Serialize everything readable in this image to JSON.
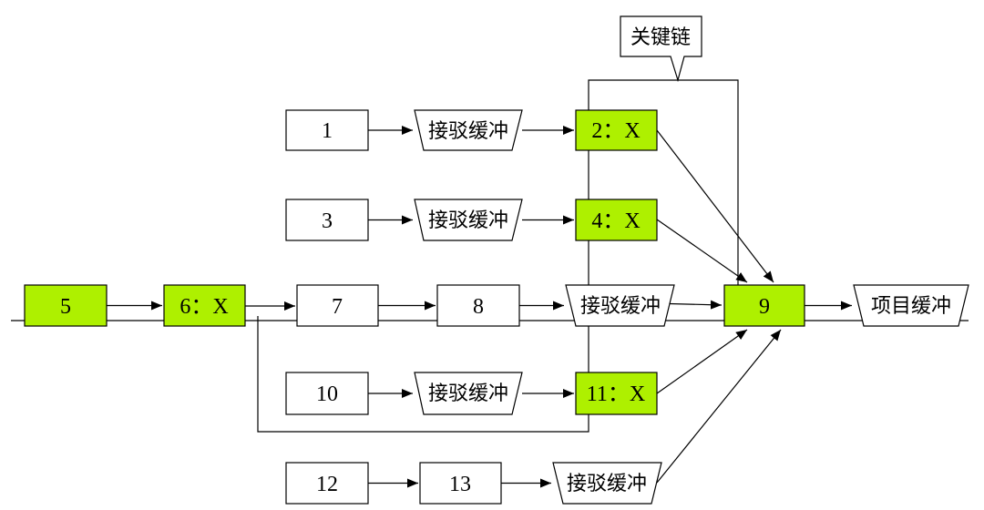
{
  "colors": {
    "critical": "#aef000",
    "normal": "#ffffff",
    "stroke": "#000000"
  },
  "callout": {
    "label": "关键链"
  },
  "nodes": [
    {
      "id": "n1",
      "label": "1",
      "shape": "box",
      "critical": false
    },
    {
      "id": "fb1",
      "label": "接驳缓冲",
      "shape": "buffer"
    },
    {
      "id": "n2",
      "label": "2：X",
      "shape": "box",
      "critical": true
    },
    {
      "id": "n3",
      "label": "3",
      "shape": "box",
      "critical": false
    },
    {
      "id": "fb2",
      "label": "接驳缓冲",
      "shape": "buffer"
    },
    {
      "id": "n4",
      "label": "4：X",
      "shape": "box",
      "critical": true
    },
    {
      "id": "n5",
      "label": "5",
      "shape": "box",
      "critical": true
    },
    {
      "id": "n6",
      "label": "6：X",
      "shape": "box",
      "critical": true
    },
    {
      "id": "n7",
      "label": "7",
      "shape": "box",
      "critical": false
    },
    {
      "id": "n8",
      "label": "8",
      "shape": "box",
      "critical": false
    },
    {
      "id": "fb3",
      "label": "接驳缓冲",
      "shape": "buffer"
    },
    {
      "id": "n9",
      "label": "9",
      "shape": "box",
      "critical": true
    },
    {
      "id": "pb",
      "label": "项目缓冲",
      "shape": "buffer"
    },
    {
      "id": "n10",
      "label": "10",
      "shape": "box",
      "critical": false
    },
    {
      "id": "fb4",
      "label": "接驳缓冲",
      "shape": "buffer"
    },
    {
      "id": "n11",
      "label": "11：X",
      "shape": "box",
      "critical": true
    },
    {
      "id": "n12",
      "label": "12",
      "shape": "box",
      "critical": false
    },
    {
      "id": "n13",
      "label": "13",
      "shape": "box",
      "critical": false
    },
    {
      "id": "fb5",
      "label": "接驳缓冲",
      "shape": "buffer"
    }
  ],
  "edges": [
    {
      "from": "n1",
      "to": "fb1"
    },
    {
      "from": "fb1",
      "to": "n2"
    },
    {
      "from": "n2",
      "to": "n9"
    },
    {
      "from": "n3",
      "to": "fb2"
    },
    {
      "from": "fb2",
      "to": "n4"
    },
    {
      "from": "n4",
      "to": "n9"
    },
    {
      "from": "n5",
      "to": "n6"
    },
    {
      "from": "n6",
      "to": "n7"
    },
    {
      "from": "n7",
      "to": "n8"
    },
    {
      "from": "n8",
      "to": "fb3"
    },
    {
      "from": "fb3",
      "to": "n9"
    },
    {
      "from": "n9",
      "to": "pb"
    },
    {
      "from": "n10",
      "to": "fb4"
    },
    {
      "from": "fb4",
      "to": "n11"
    },
    {
      "from": "n11",
      "to": "n9"
    },
    {
      "from": "n12",
      "to": "n13"
    },
    {
      "from": "n13",
      "to": "fb5"
    },
    {
      "from": "fb5",
      "to": "n9"
    }
  ]
}
